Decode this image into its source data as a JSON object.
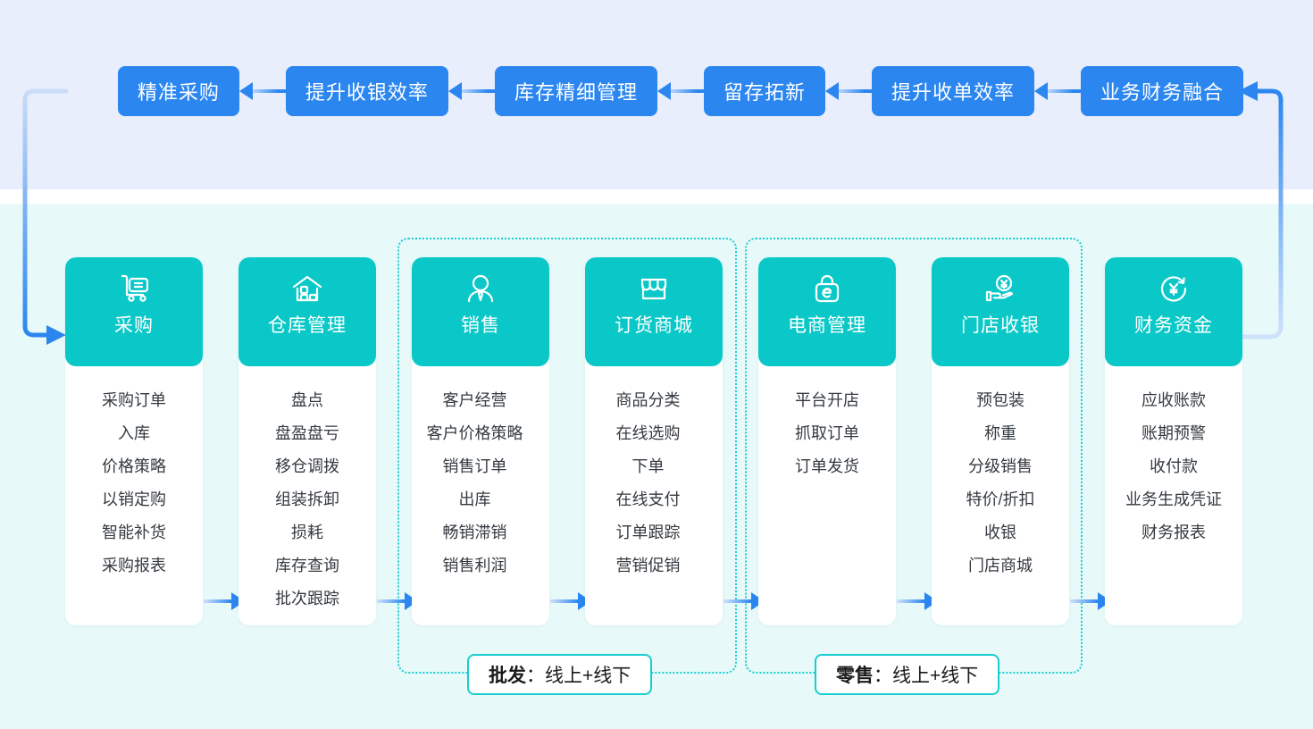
{
  "colors": {
    "strategy_blue": "#2b86f0",
    "module_teal": "#0bc8c8",
    "band_top": "#e9eefd",
    "band_bottom": "#e8f9f9",
    "dotted_border": "#17cfd0",
    "text_dark": "#343a40"
  },
  "strategy": {
    "items": [
      {
        "label": "精准采购"
      },
      {
        "label": "提升收银效率"
      },
      {
        "label": "库存精细管理"
      },
      {
        "label": "留存拓新"
      },
      {
        "label": "提升收单效率"
      },
      {
        "label": "业务财务融合"
      }
    ]
  },
  "groups": [
    {
      "key": "wholesale",
      "label_prefix": "批发",
      "label_suffix": "：线上+线下"
    },
    {
      "key": "retail",
      "label_prefix": "零售",
      "label_suffix": "：线上+线下"
    }
  ],
  "modules": [
    {
      "title": "采购",
      "icon": "hand-truck-cart-icon",
      "items": [
        "采购订单",
        "入库",
        "价格策略",
        "以销定购",
        "智能补货",
        "采购报表"
      ]
    },
    {
      "title": "仓库管理",
      "icon": "warehouse-house-icon",
      "items": [
        "盘点",
        "盘盈盘亏",
        "移仓调拨",
        "组装拆卸",
        "损耗",
        "库存查询",
        "批次跟踪"
      ]
    },
    {
      "title": "销售",
      "icon": "person-tie-icon",
      "items": [
        "客户经营",
        "客户价格策略",
        "销售订单",
        "出库",
        "畅销滞销",
        "销售利润"
      ]
    },
    {
      "title": "订货商城",
      "icon": "storefront-icon",
      "items": [
        "商品分类",
        "在线选购",
        "下单",
        "在线支付",
        "订单跟踪",
        "营销促销"
      ]
    },
    {
      "title": "电商管理",
      "icon": "ecommerce-bag-icon",
      "items": [
        "平台开店",
        "抓取订单",
        "订单发货"
      ]
    },
    {
      "title": "门店收银",
      "icon": "hand-holding-yuan-icon",
      "items": [
        "预包装",
        "称重",
        "分级销售",
        "特价/折扣",
        "收银",
        "门店商城"
      ]
    },
    {
      "title": "财务资金",
      "icon": "yuan-refresh-circle-icon",
      "items": [
        "应收账款",
        "账期预警",
        "收付款",
        "业务生成凭证",
        "财务报表"
      ]
    }
  ]
}
